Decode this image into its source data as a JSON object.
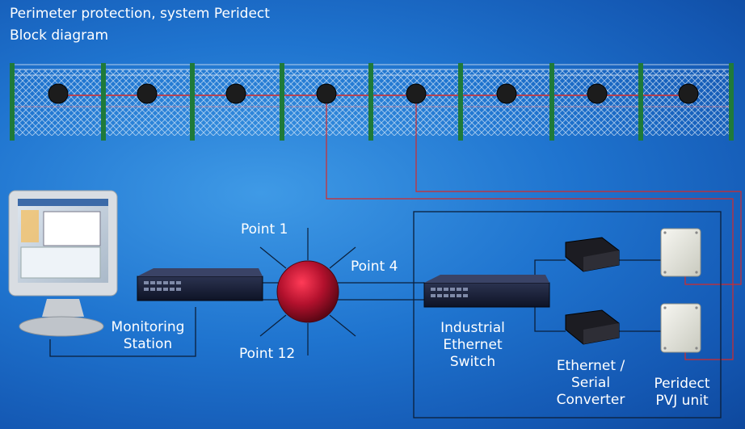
{
  "title": {
    "line1": "Perimeter protection, system Peridect",
    "line2": "Block diagram"
  },
  "labels": {
    "point1": "Point 1",
    "point4": "Point 4",
    "point12": "Point 12",
    "monitoring_station": [
      "Monitoring",
      "Station"
    ],
    "switch": [
      "Industrial",
      "Ethernet",
      "Switch"
    ],
    "converter": [
      "Ethernet /",
      "Serial",
      "Converter"
    ],
    "pvj": [
      "Peridect",
      "PVJ unit"
    ]
  },
  "colors": {
    "background": "#1f74cf",
    "fence_post": "#1f7a3a",
    "sensor_cable": "#d42a2a",
    "network_line": "#0b1f3a",
    "hub": "#a3102a"
  },
  "icons": {
    "monitor": "monitor-icon",
    "switch": "network-switch-icon",
    "hub": "network-hub-icon",
    "converter": "converter-icon",
    "pvj": "sensor-unit-icon",
    "sensor": "fence-sensor-icon"
  }
}
